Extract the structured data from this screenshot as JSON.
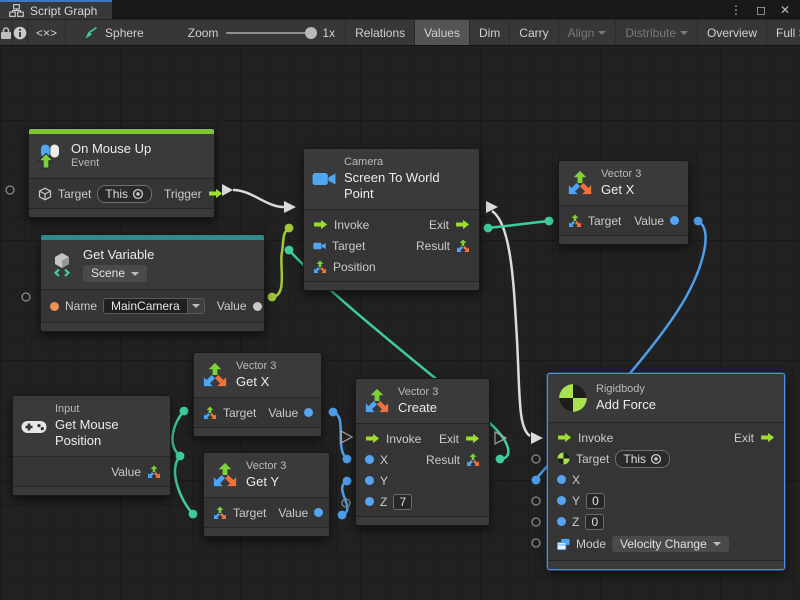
{
  "window": {
    "tab": "Script Graph",
    "controls": {
      "menu": "⋮",
      "maximize": "◻",
      "close": "✕"
    }
  },
  "toolbar": {
    "code_toggle": "<×>",
    "context_label": "Sphere",
    "zoom_label": "Zoom",
    "zoom_value": "1x",
    "relations": "Relations",
    "values": "Values",
    "dim": "Dim",
    "carry": "Carry",
    "align": "Align",
    "distribute": "Distribute",
    "overview": "Overview",
    "full_screen": "Full Screen"
  },
  "nodes": {
    "on_mouse_up": {
      "title": "On Mouse Up",
      "subtitle": "Event",
      "target": "Target",
      "this": "This",
      "trigger": "Trigger"
    },
    "get_variable": {
      "title": "Get Variable",
      "scope": "Scene",
      "name": "Name",
      "name_value": "MainCamera",
      "value": "Value"
    },
    "camera": {
      "category": "Camera",
      "title": "Screen To World Point",
      "invoke": "Invoke",
      "exit": "Exit",
      "target": "Target",
      "result": "Result",
      "position": "Position"
    },
    "get_x_top": {
      "category": "Vector 3",
      "title": "Get X",
      "target": "Target",
      "value": "Value"
    },
    "get_x_mid": {
      "category": "Vector 3",
      "title": "Get X",
      "target": "Target",
      "value": "Value"
    },
    "get_y": {
      "category": "Vector 3",
      "title": "Get Y",
      "target": "Target",
      "value": "Value"
    },
    "create_vector": {
      "category": "Vector 3",
      "title": "Create",
      "invoke": "Invoke",
      "exit": "Exit",
      "x": "X",
      "y": "Y",
      "z": "Z",
      "z_value": "7",
      "result": "Result"
    },
    "mouse_position": {
      "category": "Input",
      "title": "Get Mouse Position",
      "value": "Value"
    },
    "add_force": {
      "category": "Rigidbody",
      "title": "Add Force",
      "invoke": "Invoke",
      "exit": "Exit",
      "target": "Target",
      "this": "This",
      "x": "X",
      "y": "Y",
      "y_value": "0",
      "z": "Z",
      "z_value": "0",
      "mode": "Mode",
      "mode_value": "Velocity Change"
    }
  },
  "connections": [
    {
      "from": "On Mouse Up / Trigger",
      "to": "Screen To World Point / Invoke",
      "color": "#DCDCDC"
    },
    {
      "from": "Get Variable / Value",
      "to": "Screen To World Point / Target",
      "color": "#A2C93A"
    },
    {
      "from": "Vector 3 Create / Result",
      "to": "Screen To World Point / Position",
      "color": "#3FCDA0"
    },
    {
      "from": "Screen To World Point / Result",
      "to": "Vector 3 Get X (top) / Target",
      "color": "#3FCDA0"
    },
    {
      "from": "Screen To World Point / Exit",
      "to": "Rigidbody Add Force / Invoke",
      "color": "#DCDCDC"
    },
    {
      "from": "Vector 3 Get X (top) / Value",
      "to": "Rigidbody Add Force / X",
      "color": "#4C9EEA"
    },
    {
      "from": "Get Mouse Position / Value",
      "to": "Vector 3 Get X (mid) / Target",
      "color": "#3FCDA0"
    },
    {
      "from": "Get Mouse Position / Value",
      "to": "Vector 3 Get Y / Target",
      "color": "#3FCDA0"
    },
    {
      "from": "Vector 3 Get X (mid) / Value",
      "to": "Vector 3 Create / X",
      "color": "#4C9EEA"
    },
    {
      "from": "Vector 3 Get Y / Value",
      "to": "Vector 3 Create / Y",
      "color": "#4C9EEA"
    }
  ],
  "colors": {
    "selection": "#4A8FE8",
    "accent_event_green": "#7EC636",
    "accent_variable_teal": "#2D8B8B",
    "flow_arrow_green": "#9FDE2E",
    "port_blue": "#55A5F3",
    "port_orange": "#EE9153",
    "port_teal": "#3FCDA0",
    "wire_white": "#DCDCDC",
    "wire_green": "#A2C93A",
    "wire_teal": "#3FCDA0",
    "wire_blue": "#4C9EEA"
  }
}
